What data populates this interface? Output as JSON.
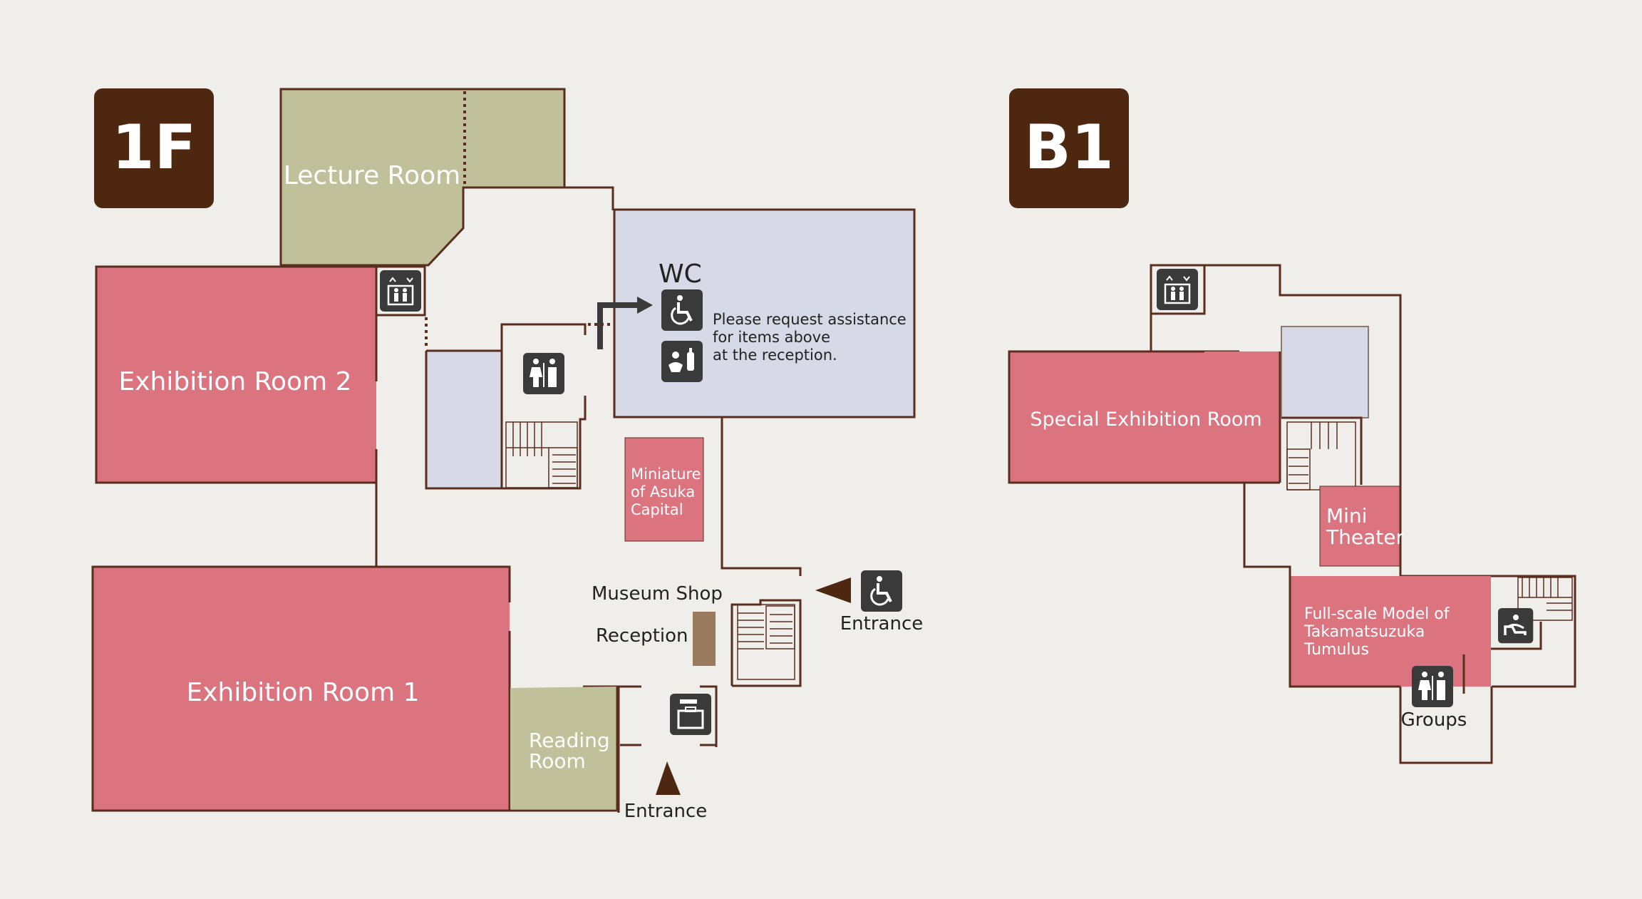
{
  "colors": {
    "background": "#efeeeb",
    "badge": "#4e2710",
    "exhibition": "#dc7480",
    "lecture": "#c0c19a",
    "service": "#d8d9e6",
    "reception_desk": "#9a7a5f",
    "wall": "#5a2e1e",
    "icon_tile": "#3a3a3a"
  },
  "floors": {
    "first": {
      "badge": "1F",
      "rooms": {
        "lecture_room": "Lecture Room",
        "exhibition_room_2": "Exhibition Room 2",
        "exhibition_room_1": "Exhibition Room 1",
        "reading_room": [
          "Reading",
          "Room"
        ],
        "miniature": [
          "Miniature",
          "of Asuka",
          "Capital"
        ]
      },
      "wc": {
        "title": "WC",
        "note": [
          "Please request assistance",
          "for items above",
          "at the reception."
        ]
      },
      "labels": {
        "museum_shop": "Museum Shop",
        "reception": "Reception",
        "entrance_east": "Entrance",
        "entrance_south": "Entrance"
      },
      "icons": [
        "elevator-icon",
        "restroom-icon",
        "wheelchair-icon",
        "baby-care-icon",
        "locker-icon",
        "entrance-arrow-icon"
      ]
    },
    "basement": {
      "badge": "B1",
      "rooms": {
        "special_exhibition": "Special Exhibition Room",
        "mini_theater": [
          "Mini",
          "Theater"
        ],
        "takamatsuzuka": [
          "Full-scale Model of",
          "Takamatsuzuka",
          "Tumulus"
        ]
      },
      "labels": {
        "groups": "Groups"
      },
      "icons": [
        "elevator-icon",
        "restroom-icon",
        "lounge-icon"
      ]
    }
  }
}
